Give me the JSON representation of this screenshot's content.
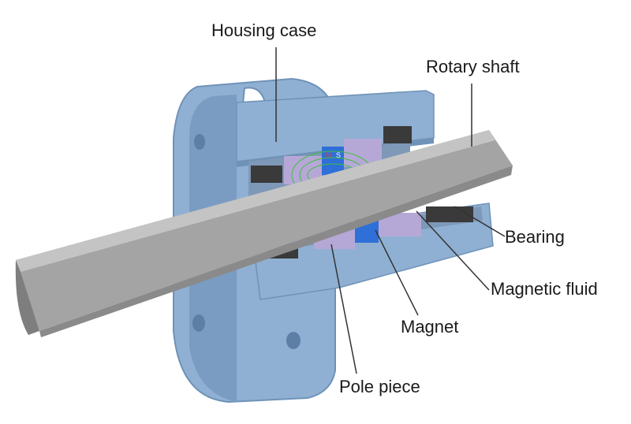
{
  "labels": {
    "housing_case": "Housing case",
    "rotary_shaft": "Rotary shaft",
    "bearing": "Bearing",
    "magnetic_fluid": "Magnetic fluid",
    "magnet": "Magnet",
    "pole_piece": "Pole piece"
  },
  "magnet_poles": {
    "north": "N",
    "south": "S"
  },
  "colors": {
    "housing": "#8fb0d2",
    "housing_dark": "#6f92b8",
    "housing_light": "#a9c4e0",
    "shaft": "#a4a4a4",
    "shaft_light": "#c4c4c4",
    "shaft_dark": "#7e7e7e",
    "pole_piece": "#b6a8d6",
    "magnet": "#2f6fd8",
    "bearing": "#3a3a3a",
    "field_lines": "#3fbf3f",
    "leader_line": "#333333"
  },
  "icons": {
    "diagram": "magnetic-fluid-seal-cutaway"
  }
}
